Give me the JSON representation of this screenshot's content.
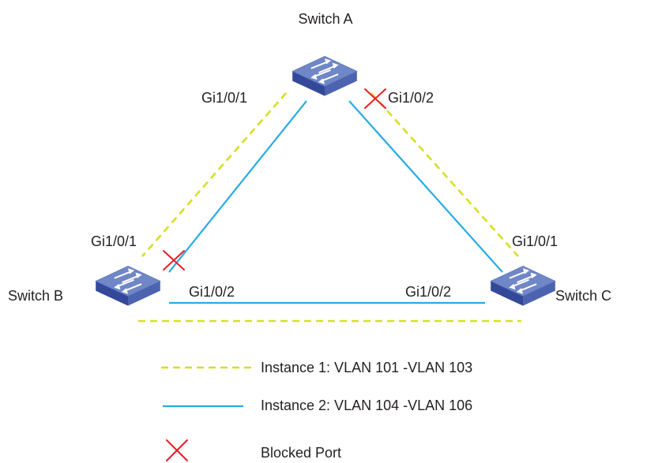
{
  "switches": {
    "a": {
      "name": "Switch A",
      "port1": "Gi1/0/1",
      "port2": "Gi1/0/2"
    },
    "b": {
      "name": "Switch B",
      "port1": "Gi1/0/1",
      "port2": "Gi1/0/2"
    },
    "c": {
      "name": "Switch C",
      "port1": "Gi1/0/1",
      "port2": "Gi1/0/2"
    }
  },
  "legend": {
    "instance1": "Instance 1: VLAN 101 -VLAN 103",
    "instance2": "Instance 2: VLAN 104 -VLAN 106",
    "blocked": "Blocked Port"
  },
  "colors": {
    "instance1": "#d7df23",
    "instance2": "#29abe2",
    "blocked": "#ed1c24",
    "switch_top": "#6f87c6",
    "switch_side": "#3f55a3",
    "switch_edge": "#2a3b80"
  },
  "icons": {
    "switch": "network-switch-icon",
    "blocked": "red-x-icon"
  }
}
